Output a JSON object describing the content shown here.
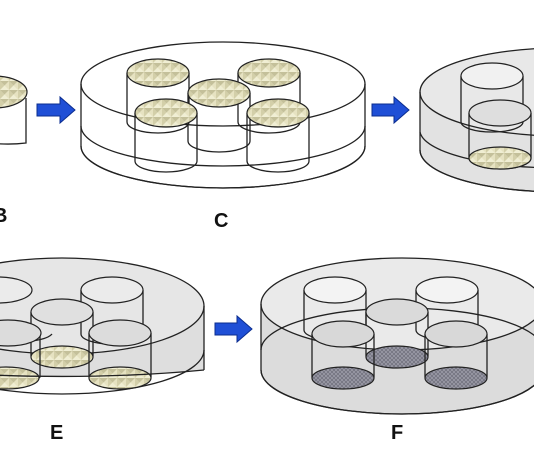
{
  "labels": {
    "b": "B",
    "c": "C",
    "e": "E",
    "f": "F"
  },
  "colors": {
    "arrow": "#1f4fd6",
    "arrow_stroke": "#0b2d8f",
    "tile_a": "#f2f0d6",
    "tile_b": "#c9c6a2",
    "tile_c": "#e3dfbc",
    "gel_fill": "#d9d9d9",
    "mesh_fill": "#8a8a95",
    "outline": "#222222"
  },
  "icons": [
    "right-arrow-icon"
  ]
}
